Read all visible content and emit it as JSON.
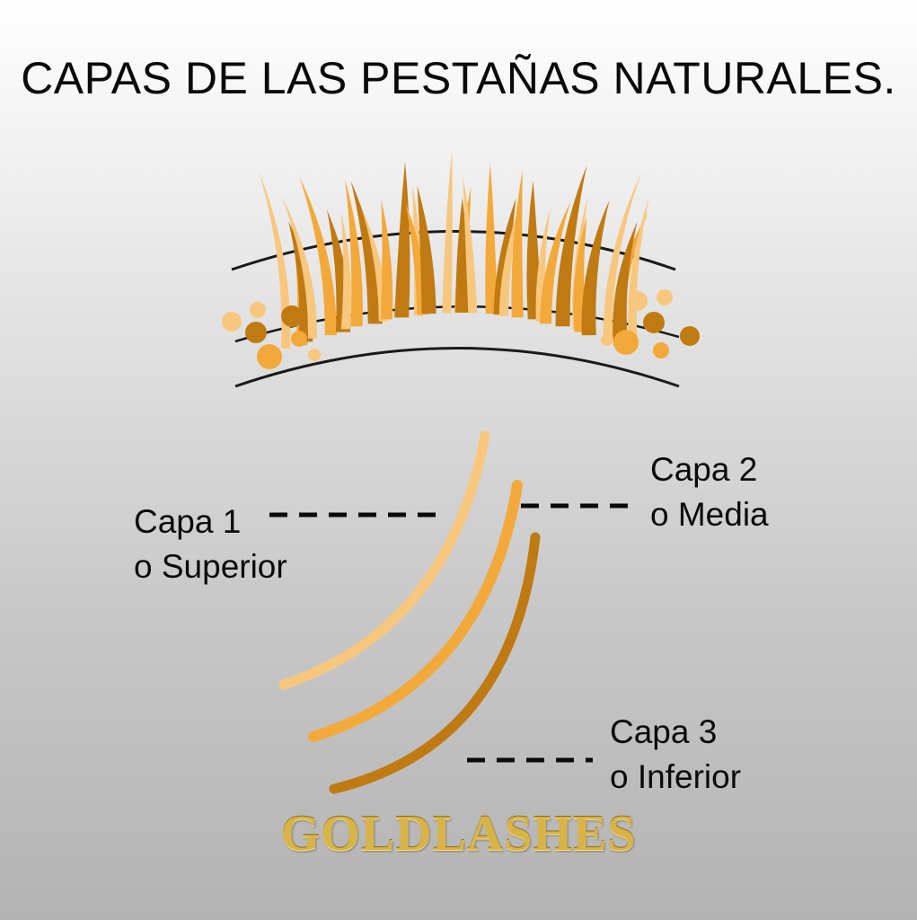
{
  "title": "CAPAS DE LAS PESTAÑAS NATURALES.",
  "layers": [
    {
      "line1": "Capa 1",
      "line2": "o Superior",
      "color": "#f8c77e"
    },
    {
      "line1": "Capa 2",
      "line2": "o Media",
      "color": "#f2a93a"
    },
    {
      "line1": "Capa 3",
      "line2": "o Inferior",
      "color": "#c07a12"
    }
  ],
  "brand": "GOLDLASHES",
  "colors": {
    "lash_light": "#f8c77e",
    "lash_medium": "#f2a93a",
    "lash_dark": "#c07a12",
    "eyelid_line": "#1a1a1a",
    "brand_gold": "#d8b448"
  }
}
